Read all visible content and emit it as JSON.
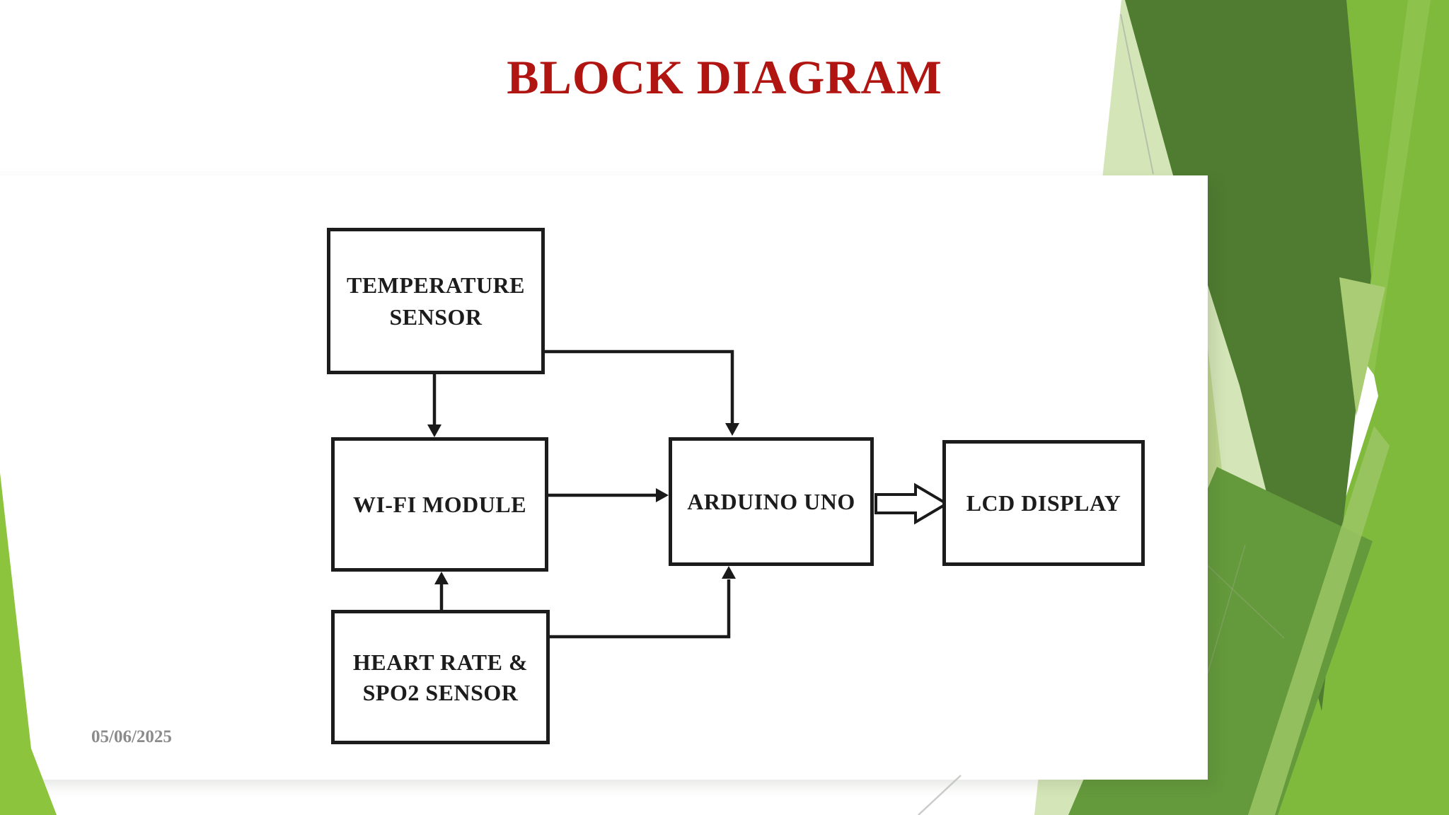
{
  "slide": {
    "title": "BLOCK DIAGRAM",
    "date": "05/06/2025"
  },
  "diagram": {
    "blocks": [
      {
        "id": "temperature-sensor",
        "lines": [
          "TEMPERATURE",
          "SENSOR"
        ]
      },
      {
        "id": "wifi-module",
        "lines": [
          "WI-FI MODULE"
        ]
      },
      {
        "id": "heart-rate-spo2-sensor",
        "lines": [
          "HEART RATE &",
          "SPO2 SENSOR"
        ]
      },
      {
        "id": "arduino-uno",
        "lines": [
          "ARDUINO UNO"
        ]
      },
      {
        "id": "lcd-display",
        "lines": [
          "LCD DISPLAY"
        ]
      }
    ],
    "connections": [
      {
        "from": "temperature-sensor",
        "to": "wifi-module",
        "style": "solid-arrow"
      },
      {
        "from": "temperature-sensor",
        "to": "arduino-uno",
        "style": "solid-arrow"
      },
      {
        "from": "wifi-module",
        "to": "arduino-uno",
        "style": "solid-arrow"
      },
      {
        "from": "heart-rate-spo2-sensor",
        "to": "wifi-module",
        "style": "solid-arrow"
      },
      {
        "from": "heart-rate-spo2-sensor",
        "to": "arduino-uno",
        "style": "solid-arrow"
      },
      {
        "from": "arduino-uno",
        "to": "lcd-display",
        "style": "block-arrow"
      }
    ]
  },
  "colors": {
    "title_red": "#b11512",
    "date_gray": "#8b8b8b",
    "line_black": "#1c1c1c",
    "green_dark": "#4f7c30",
    "green_medium": "#649a3c",
    "green_bright": "#7fba3d",
    "green_wedge": "#8cc43e",
    "green_pale": "#d4e6b8",
    "green_sage": "#bcd58c"
  }
}
